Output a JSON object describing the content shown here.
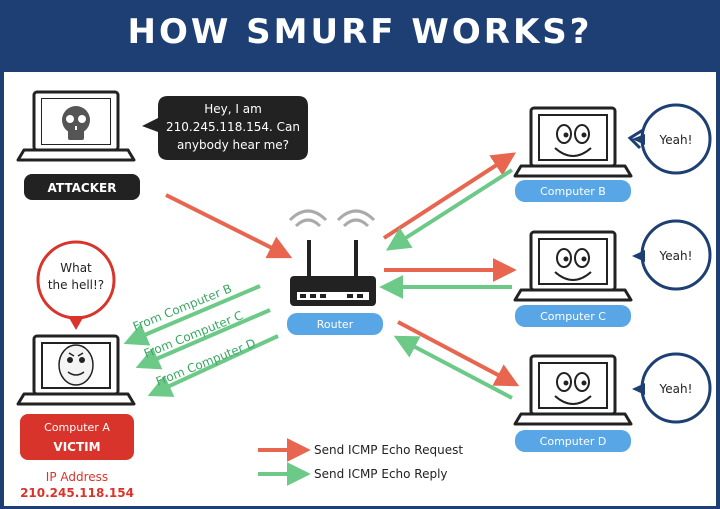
{
  "title": "HOW SMURF WORKS?",
  "attacker": {
    "label": "ATTACKER",
    "speech": [
      "Hey, I am",
      "210.245.118.154. Can",
      "anybody hear me?"
    ]
  },
  "router": {
    "label": "Router"
  },
  "computers": [
    {
      "label": "Computer B",
      "reply": "Yeah!"
    },
    {
      "label": "Computer C",
      "reply": "Yeah!"
    },
    {
      "label": "Computer D",
      "reply": "Yeah!"
    }
  ],
  "victim": {
    "label": "Computer A",
    "role": "VICTIM",
    "exclaim": [
      "What",
      "the hell!?"
    ],
    "ip_label": "IP Address",
    "ip": "210.245.118.154"
  },
  "replies_from": [
    "From Computer B",
    "From Computer C",
    "From Computer D"
  ],
  "legend": [
    {
      "label": "Send ICMP Echo Request",
      "color": "#e8654f"
    },
    {
      "label": "Send ICMP Echo Reply",
      "color": "#6cc987"
    }
  ],
  "colors": {
    "request": "#e8654f",
    "reply": "#6cc987",
    "header": "#1d3f73",
    "tag": "#58a6e6",
    "victim": "#d9342b",
    "dark": "#222222"
  }
}
